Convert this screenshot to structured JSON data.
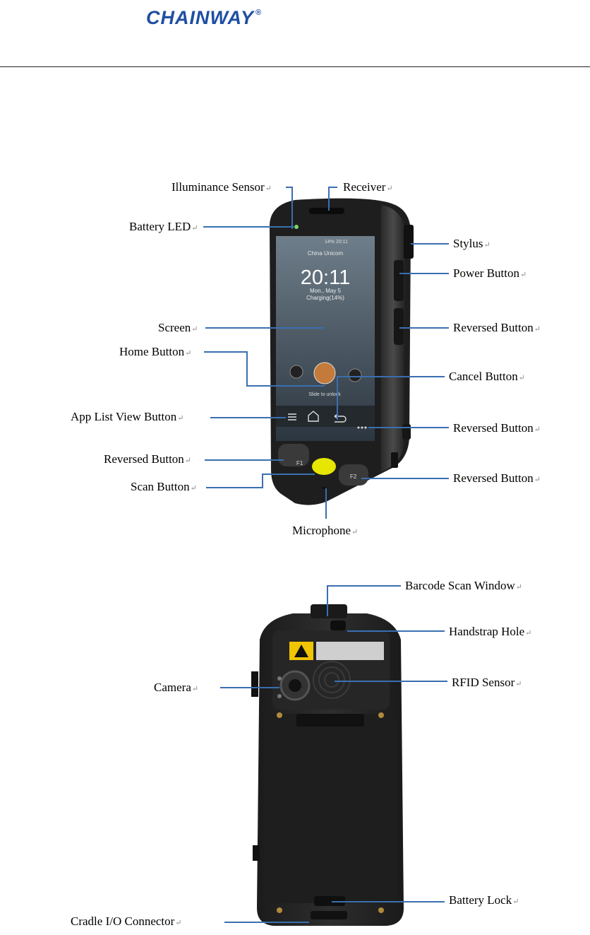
{
  "header": {
    "brand": "CHAINWAY",
    "reg_mark": "®"
  },
  "phone_screen": {
    "carrier": "China Unicom",
    "time": "20:11",
    "date": "Mon., May 5",
    "charging": "Charging(14%)",
    "status": "14%  20:11",
    "slide_hint": "Slide to unlock",
    "key_f1": "F1",
    "key_f2": "F2"
  },
  "front_labels": [
    {
      "text": "Illuminance Sensor"
    },
    {
      "text": "Receiver"
    },
    {
      "text": "Battery LED"
    },
    {
      "text": "Stylus"
    },
    {
      "text": "Power Button"
    },
    {
      "text": "Screen"
    },
    {
      "text": "Reversed Button"
    },
    {
      "text": "Home Button"
    },
    {
      "text": "Cancel Button"
    },
    {
      "text": "App List View Button"
    },
    {
      "text": "Reversed Button"
    },
    {
      "text": "Reversed Button"
    },
    {
      "text": "Reversed Button"
    },
    {
      "text": "Scan Button"
    },
    {
      "text": "Microphone"
    }
  ],
  "back_labels": [
    {
      "text": "Barcode Scan Window"
    },
    {
      "text": "Handstrap Hole"
    },
    {
      "text": "Camera"
    },
    {
      "text": "RFID Sensor"
    },
    {
      "text": "Battery Lock"
    },
    {
      "text": "Cradle I/O Connector"
    }
  ],
  "return_mark": "↵",
  "colors": {
    "brand": "#1f4ea3",
    "leader": "#3a6fb0",
    "scan_key": "#e6e600"
  }
}
